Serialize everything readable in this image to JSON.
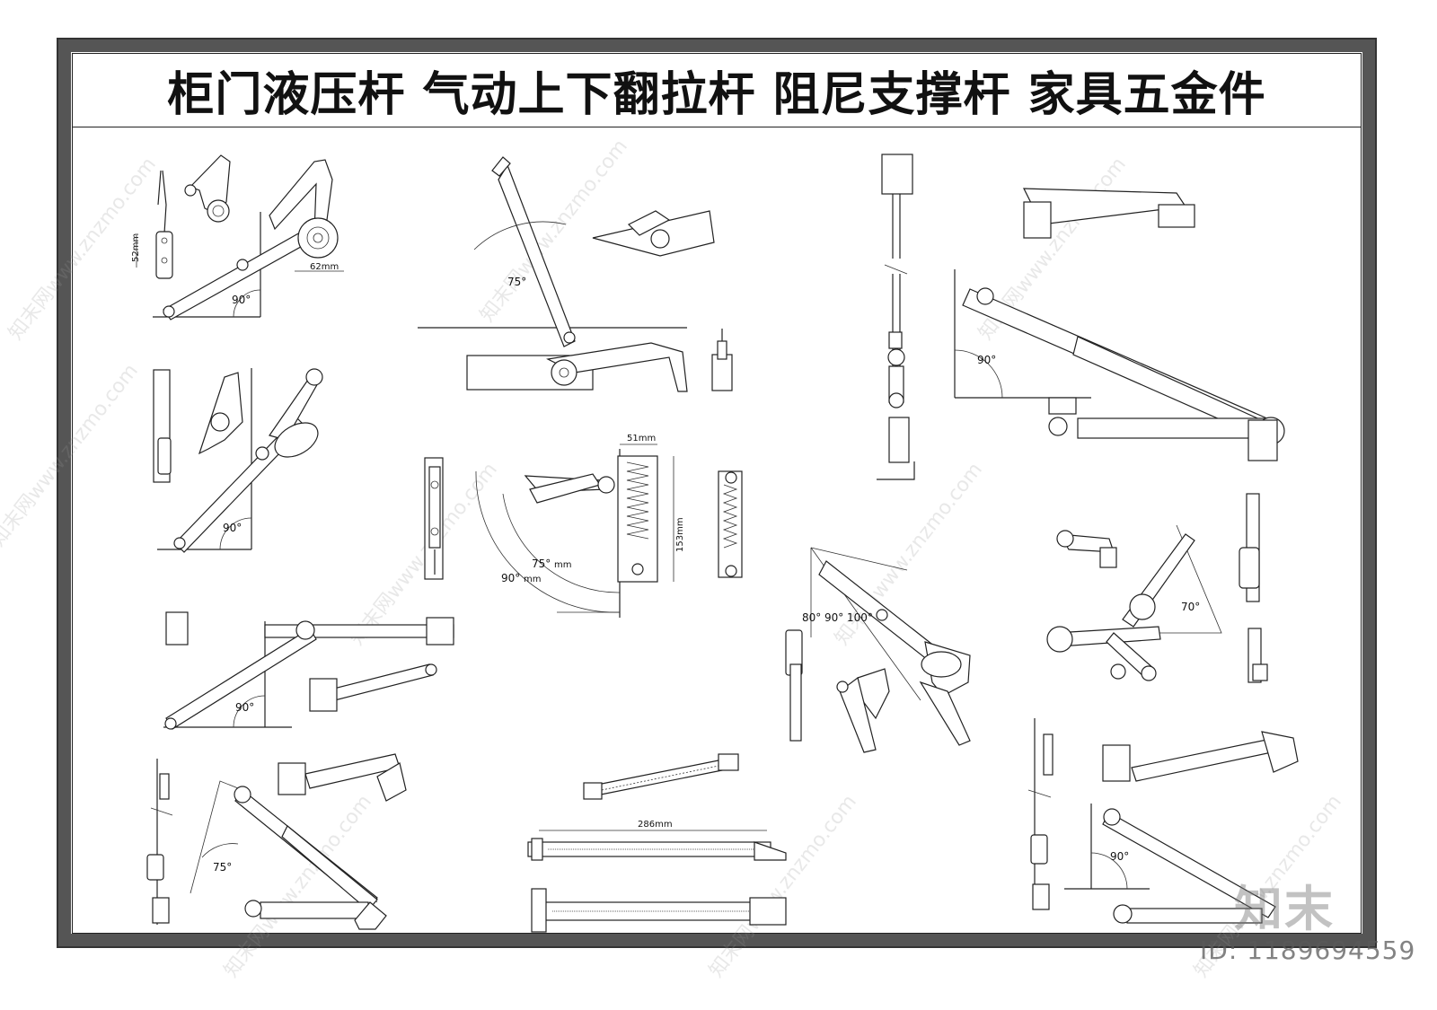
{
  "title": "柜门液压杆  气动上下翻拉杆  阻尼支撑杆  家具五金件",
  "dimensions": {
    "d52": "52mm",
    "d62": "62mm",
    "d51": "51mm",
    "d153": "153mm",
    "d286": "286mm"
  },
  "angles": {
    "a90": "90°",
    "a75": "75°",
    "a70": "70°",
    "a80": "80°",
    "a100": "100°",
    "mm": "mm"
  },
  "watermark": {
    "site": "知末网www.znzmo.com",
    "logo": "知末",
    "id": "ID: 1189694559"
  },
  "colors": {
    "line": "#222222",
    "frame": "#555555",
    "background": "#ffffff"
  }
}
